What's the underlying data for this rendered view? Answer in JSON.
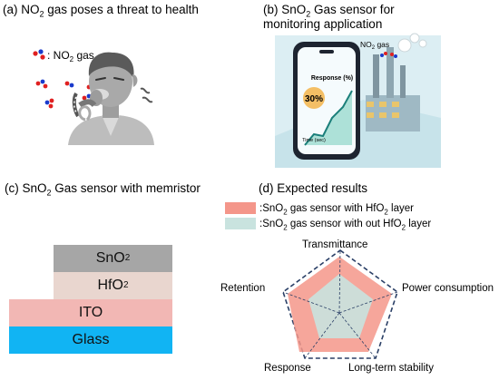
{
  "panels": {
    "a": {
      "caption_pre": "(a) NO",
      "caption_sub": "2",
      "caption_post": " gas poses a threat to health",
      "legend_pre": ": NO",
      "legend_sub": "2",
      "legend_post": " gas"
    },
    "b": {
      "caption_pre": "(b) SnO",
      "caption_sub": "2",
      "caption_post": " Gas sensor for monitoring application",
      "phone_title": "Response (%)",
      "phone_value": "30%",
      "phone_xlabel": "Time (sec)",
      "cloud_pre": "NO",
      "cloud_sub": "2",
      "cloud_post": " gas"
    },
    "c": {
      "caption_pre": "(c) SnO",
      "caption_sub": "2",
      "caption_post": " Gas sensor with memristor"
    },
    "d": {
      "caption": "(d) Expected results"
    }
  },
  "stack": [
    {
      "pre": "SnO",
      "sub": "2",
      "color": "#a6a6a6"
    },
    {
      "pre": "HfO",
      "sub": "2",
      "color": "#e9d6cf"
    },
    {
      "pre": "ITO",
      "sub": "",
      "color": "#f2b7b4"
    },
    {
      "pre": "Glass",
      "sub": "",
      "color": "#11b4f3"
    }
  ],
  "legend": [
    {
      "pre": ":SnO",
      "sub1": "2",
      "mid": " gas sensor with HfO",
      "sub2": "2",
      "post": " layer",
      "color": "#f4968a"
    },
    {
      "pre": ":SnO",
      "sub1": "2",
      "mid": " gas sensor with out HfO",
      "sub2": "2",
      "post": " layer",
      "color": "#c9e3df"
    }
  ],
  "radar": {
    "axes": [
      "Transmittance",
      "Power consumption",
      "Long-term stability",
      "Response",
      "Retention"
    ],
    "colors": {
      "with": "#f4968a",
      "without": "#c9e3df",
      "outline": "#2a3f66"
    }
  }
}
